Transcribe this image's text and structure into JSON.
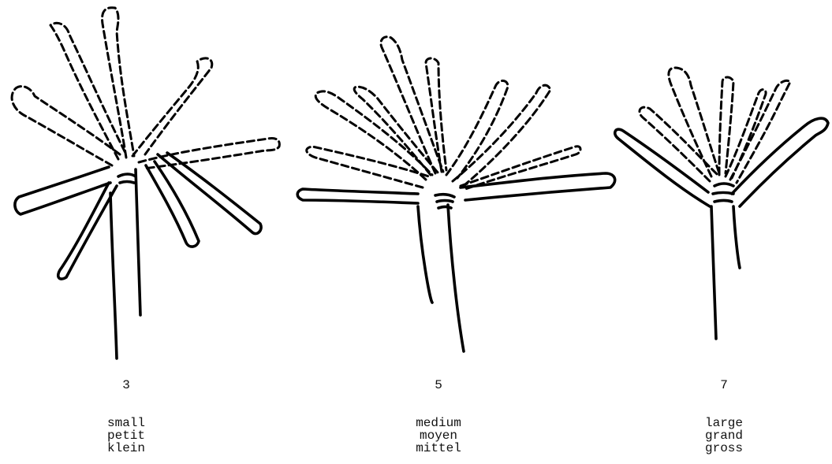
{
  "figures": [
    {
      "number": "3",
      "labels": [
        "small",
        "petit",
        "klein"
      ]
    },
    {
      "number": "5",
      "labels": [
        "medium",
        "moyen",
        "mittel"
      ]
    },
    {
      "number": "7",
      "labels": [
        "large",
        "grand",
        "gross"
      ]
    }
  ],
  "colors": {
    "ink": "#000000",
    "background": "#ffffff"
  }
}
